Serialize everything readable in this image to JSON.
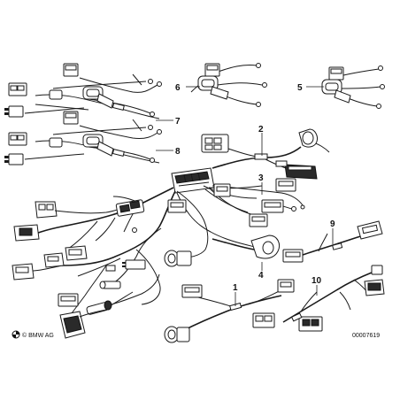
{
  "diagram": {
    "part_numbers": {
      "p1": "1",
      "p2": "2",
      "p3": "3",
      "p4": "4",
      "p5": "5",
      "p6": "6",
      "p7": "7",
      "p8": "8",
      "p9": "9",
      "p10": "10"
    },
    "logo_text": "© BMW AG",
    "drawing_number": "00007619"
  }
}
